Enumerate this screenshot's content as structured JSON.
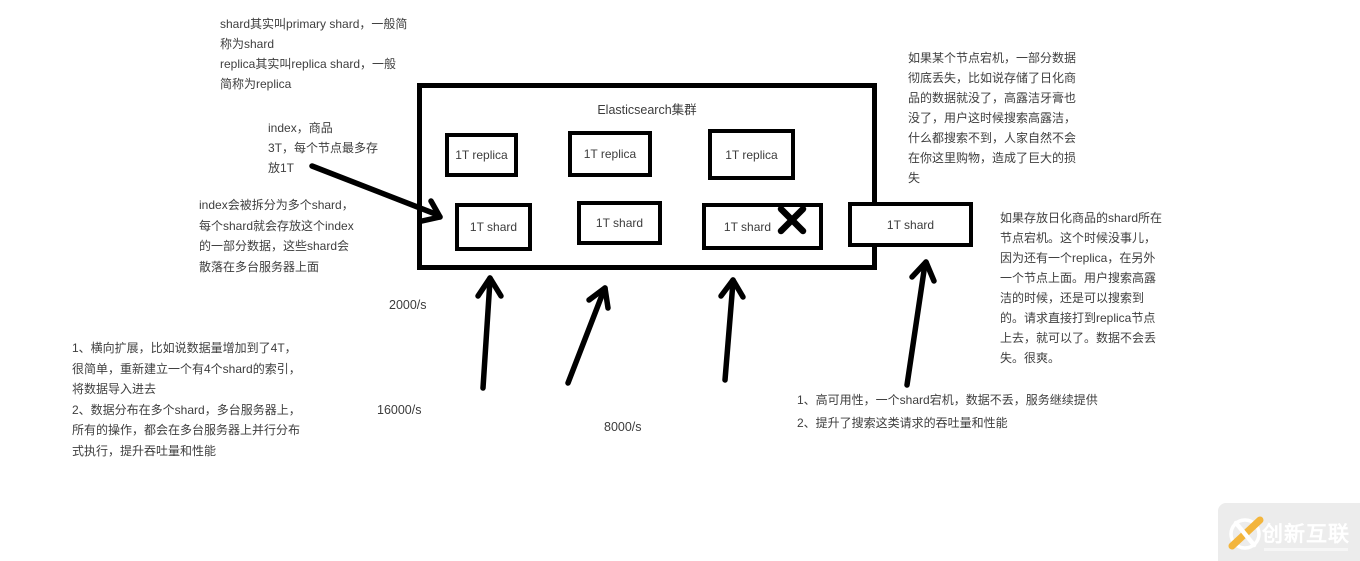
{
  "diagram_title": "Elasticsearch集群",
  "cluster": {
    "title": "Elasticsearch集群",
    "replica_boxes": [
      {
        "label": "1T replica"
      },
      {
        "label": "1T replica"
      },
      {
        "label": "1T replica"
      }
    ],
    "shard_boxes": [
      {
        "label": "1T shard",
        "crossed_out": false
      },
      {
        "label": "1T shard",
        "crossed_out": false
      },
      {
        "label": "1T shard",
        "crossed_out": true
      },
      {
        "label": "1T shard",
        "crossed_out": false
      }
    ]
  },
  "annotations": {
    "shard_naming": [
      "shard其实叫primary shard，一般简",
      "称为shard",
      "replica其实叫replica shard，一般",
      "简称为replica"
    ],
    "index_info": [
      "index，商品",
      "3T，每个节点最多存",
      "放1T"
    ],
    "index_split": [
      "index会被拆分为多个shard，",
      "每个shard就会存放这个index",
      "的一部分数据，这些shard会",
      "散落在多台服务器上面"
    ],
    "scaling": [
      "1、横向扩展，比如说数据量增加到了4T，",
      "很简单，重新建立一个有4个shard的索引，",
      "将数据导入进去",
      "2、数据分布在多个shard，多台服务器上，",
      "所有的操作，都会在多台服务器上并行分布",
      "式执行，提升吞吐量和性能"
    ],
    "node_failure": [
      "如果某个节点宕机，一部分数据",
      "彻底丢失，比如说存储了日化商",
      "品的数据就没了，高露洁牙膏也",
      "没了，用户这时候搜索高露洁，",
      "什么都搜索不到，人家自然不会",
      "在你这里购物，造成了巨大的损",
      "失"
    ],
    "replica_failover": [
      "如果存放日化商品的shard所在",
      "节点宕机。这个时候没事儿，",
      "因为还有一个replica，在另外",
      "一个节点上面。用户搜索高露",
      "洁的时候，还是可以搜索到",
      "的。请求直接打到replica节点",
      "上去，就可以了。数据不会丢",
      "失。很爽。"
    ],
    "high_availability": [
      "1、高可用性，一个shard宕机，数据不丢，服务继续提供",
      "2、提升了搜索这类请求的吞吐量和性能"
    ]
  },
  "throughput": {
    "labels": [
      "2000/s",
      "16000/s",
      "8000/s"
    ]
  },
  "watermark": {
    "brand": "创新互联",
    "accent_color": "#f3b53c",
    "bg_color": "#ececec"
  },
  "colors": {
    "ink": "#000000",
    "text": "#3e3e3e",
    "background": "#ffffff"
  }
}
